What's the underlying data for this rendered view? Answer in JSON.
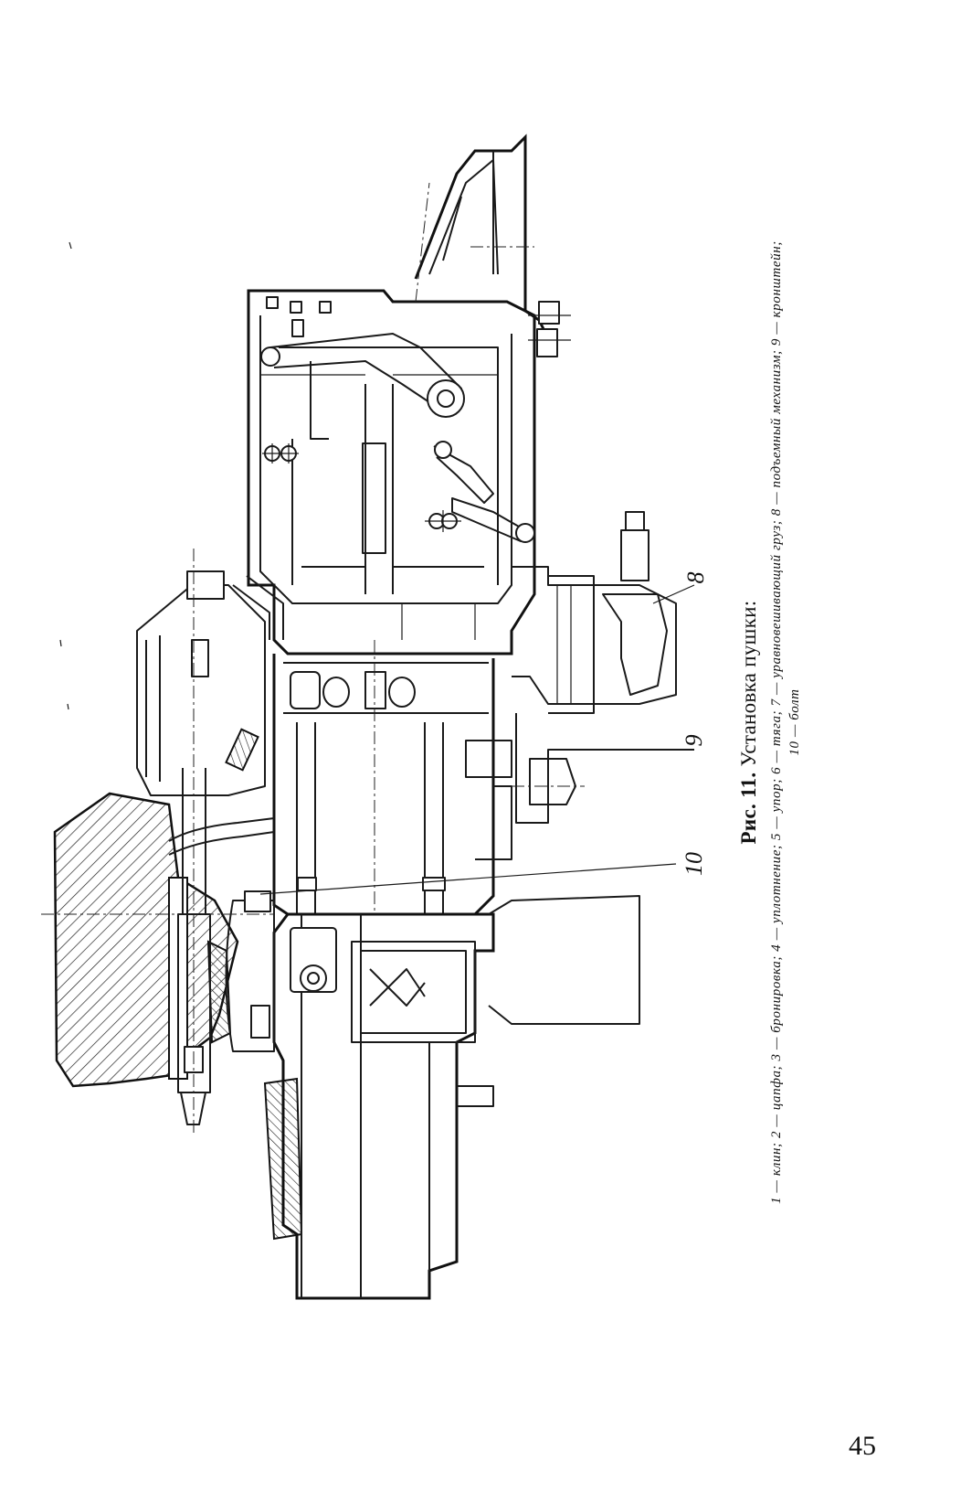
{
  "figure": {
    "caption_prefix": "Рис. 11.",
    "caption_title": "Установка пушки:",
    "legend_line_1": "1 — клин; 2 — цапфа; 3 — бронировка; 4 — уплотнение; 5 — упор; 6 — тяга; 7 — уравновешивающий груз; 8 — подъемный механизм; 9 — кронштейн;",
    "legend_line_2": "10 — болт",
    "callouts": {
      "c8": "8",
      "c9": "9",
      "c10": "10"
    }
  },
  "page": {
    "number": "45"
  }
}
